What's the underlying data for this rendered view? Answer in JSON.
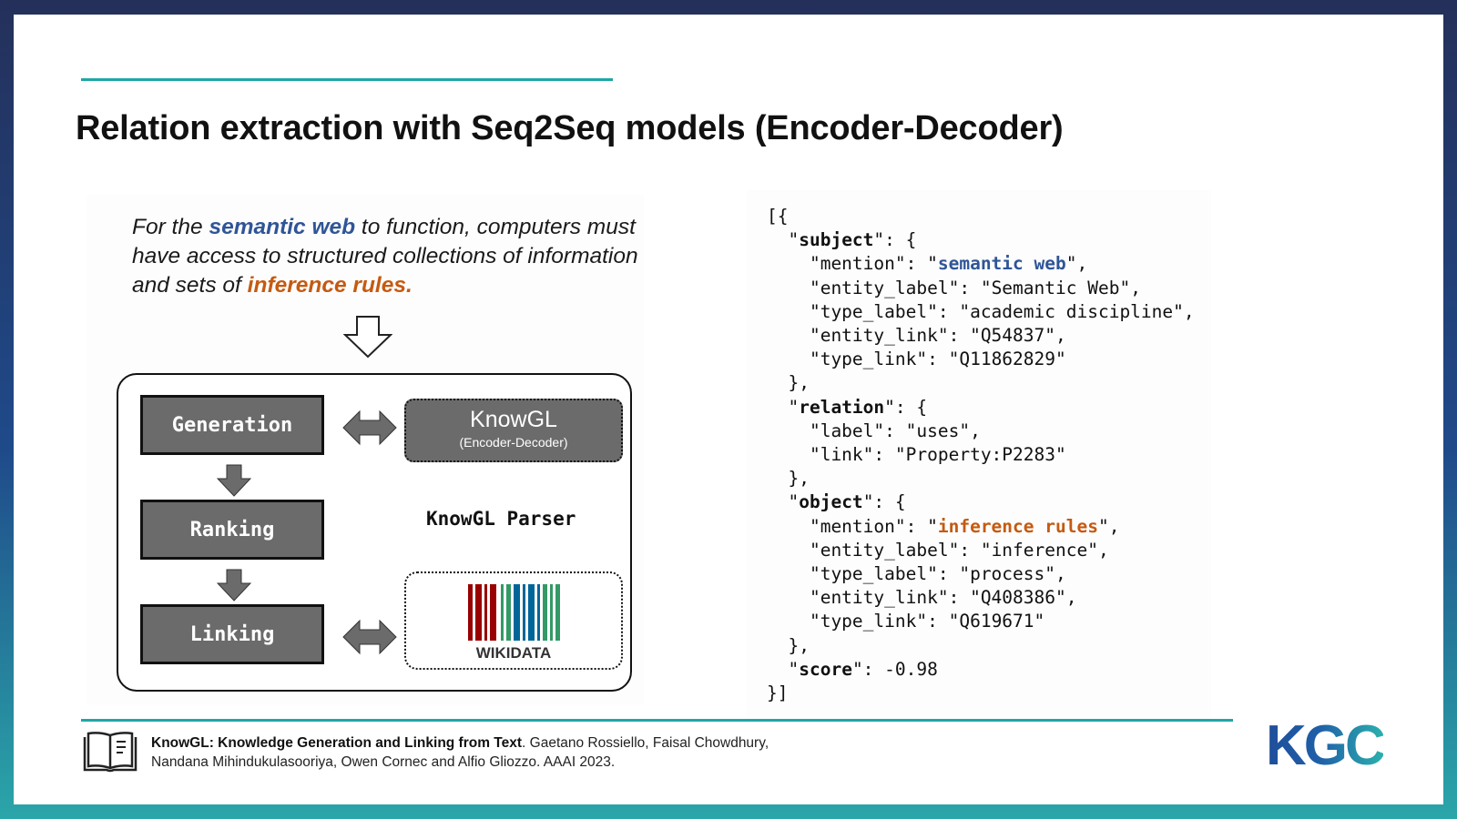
{
  "slide": {
    "title": "Relation extraction with Seq2Seq models (Encoder-Decoder)"
  },
  "figure": {
    "sentence": {
      "part1": "For the ",
      "highlight_subject": "semantic web",
      "part2": " to function, computers must have access to structured collections of information and sets of ",
      "highlight_object": "inference rules."
    },
    "steps": [
      "Generation",
      "Ranking",
      "Linking"
    ],
    "model_box": {
      "name": "KnowGL",
      "subtitle": "(Encoder-Decoder)"
    },
    "parser_label": "KnowGL Parser",
    "kb_logo_text": "WIKIDATA"
  },
  "json_output": {
    "open": "[{",
    "subject_key": "subject",
    "subject": {
      "mention_key": "mention",
      "mention": "semantic web",
      "entity_label_key": "entity_label",
      "entity_label": "Semantic Web",
      "type_label_key": "type_label",
      "type_label": "academic discipline",
      "entity_link_key": "entity_link",
      "entity_link": "Q54837",
      "type_link_key": "type_link",
      "type_link": "Q11862829"
    },
    "relation_key": "relation",
    "relation": {
      "label_key": "label",
      "label": "uses",
      "link_key": "link",
      "link": "Property:P2283"
    },
    "object_key": "object",
    "object": {
      "mention_key": "mention",
      "mention": "inference rules",
      "entity_label_key": "entity_label",
      "entity_label": "inference",
      "type_label_key": "type_label",
      "type_label": "process",
      "entity_link_key": "entity_link",
      "entity_link": "Q408386",
      "type_link_key": "type_link",
      "type_link": "Q619671"
    },
    "score_key": "score",
    "score": "-0.98",
    "close": "}]"
  },
  "footer": {
    "ref_title": "KnowGL: Knowledge Generation and Linking from Text",
    "ref_line1_rest": ". Gaetano Rossiello, Faisal Chowdhury,",
    "ref_line2": "Nandana Mihindukulasooriya, Owen Cornec and Alfio  Gliozzo. AAAI 2023.",
    "logo": "KGC"
  },
  "colors": {
    "accent_teal": "#1ea7a4",
    "subject_blue": "#2f5597",
    "object_orange": "#c55a11",
    "box_gray": "#6b6b6b",
    "frame_navy": "#24305a"
  },
  "icons": [
    "down-outline-arrow-icon",
    "down-arrow-icon",
    "double-headed-arrow-icon",
    "wikidata-barcode-icon",
    "book-icon"
  ]
}
